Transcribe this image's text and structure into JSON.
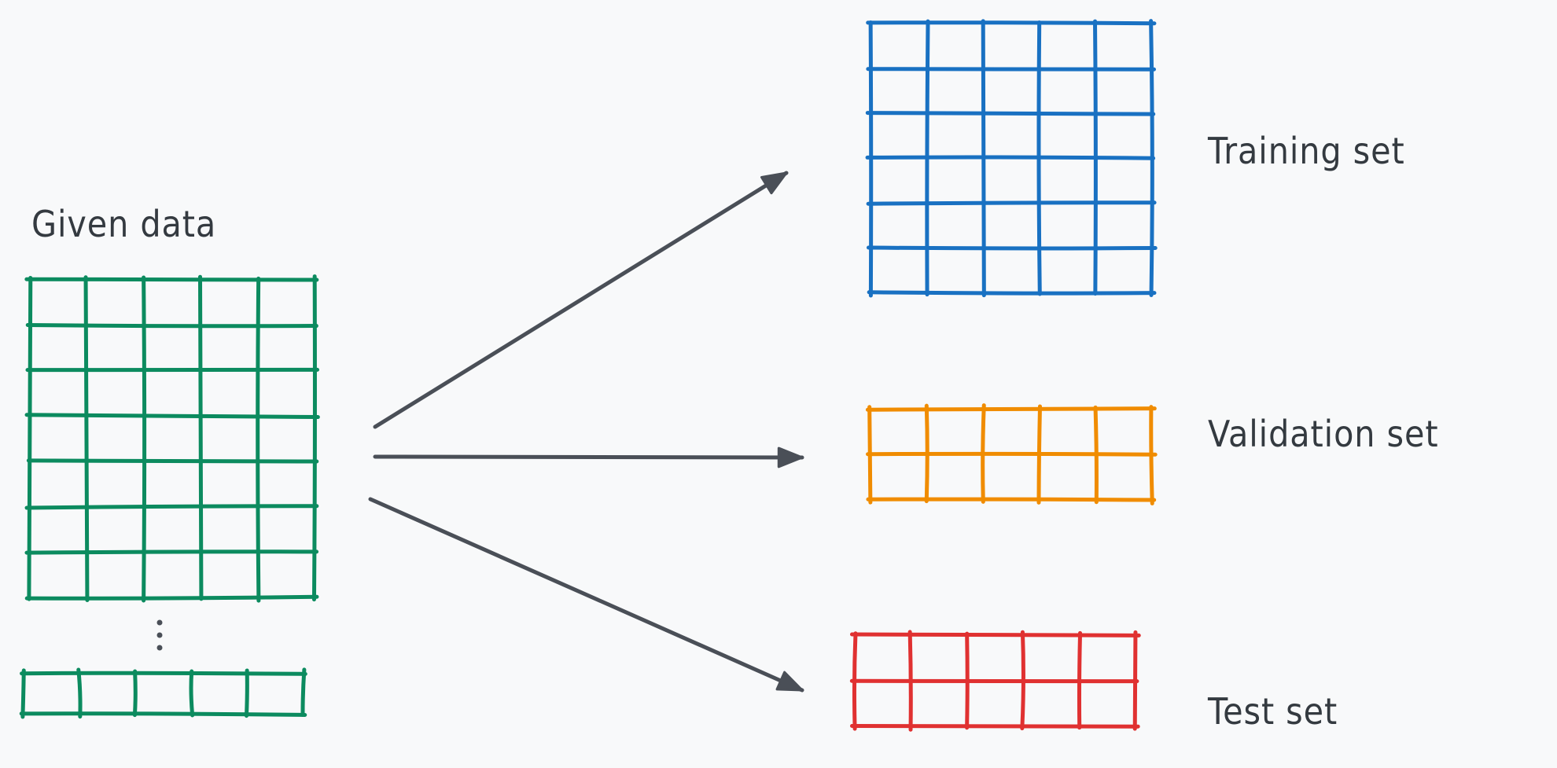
{
  "colors": {
    "background": "#f8f9fa",
    "given": "#0c8b5f",
    "training": "#1971c2",
    "validation": "#f08c00",
    "test": "#e03131",
    "arrow": "#4a4f57",
    "text": "#343a40"
  },
  "given": {
    "label": "Given data",
    "rows": 7,
    "cols": 5,
    "extra_rows": 1,
    "ellipsis": "⋮"
  },
  "training": {
    "label": "Training set",
    "rows": 6,
    "cols": 5
  },
  "validation": {
    "label": "Validation set",
    "rows": 2,
    "cols": 5
  },
  "test": {
    "label": "Test set",
    "rows": 2,
    "cols": 5
  }
}
